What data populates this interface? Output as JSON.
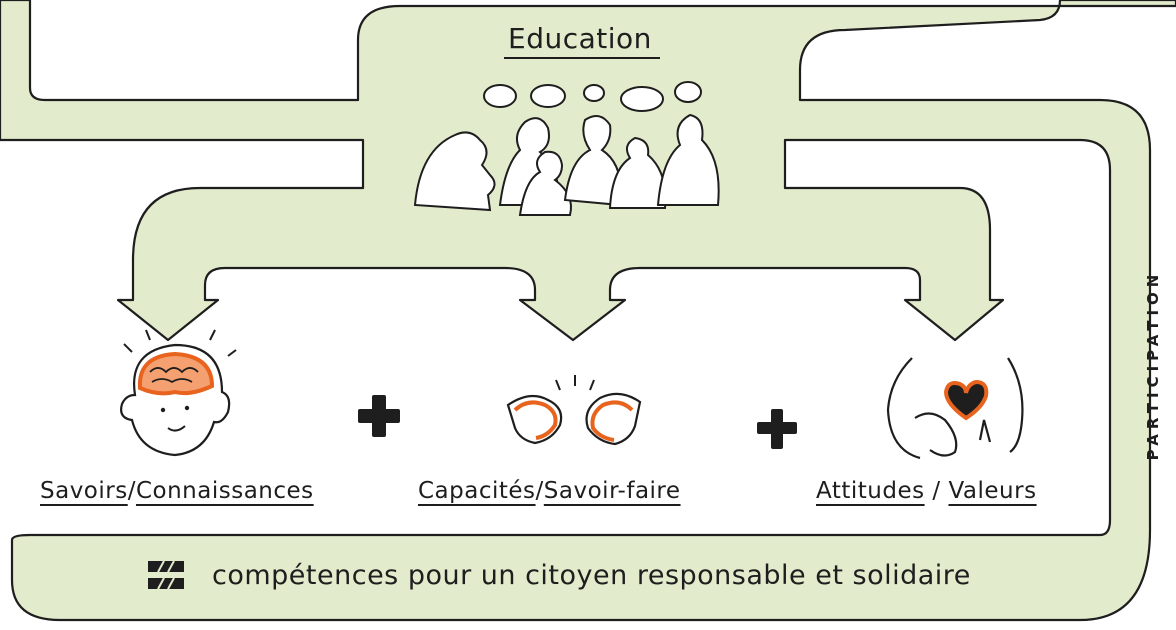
{
  "diagram": {
    "title": "Education",
    "vertical_label": "PARTICIPATION",
    "components": [
      {
        "first": "Savoirs",
        "sep": "/",
        "second": "Connaissances",
        "icon": "brain-head-icon"
      },
      {
        "first": "Capacités",
        "sep": "/",
        "second": "Savoir-faire",
        "icon": "hands-icon"
      },
      {
        "first": "Attitudes",
        "sep": " / ",
        "second": "Valeurs",
        "icon": "heart-chest-icon"
      }
    ],
    "operators": [
      "plus-icon",
      "plus-icon"
    ],
    "result_icon": "equals-icon",
    "result_text": "compétences pour un citoyen responsable et solidaire",
    "colors": {
      "fill": "#e2ebcc",
      "stroke": "#1e1e1e",
      "accent": "#e8641e"
    }
  }
}
